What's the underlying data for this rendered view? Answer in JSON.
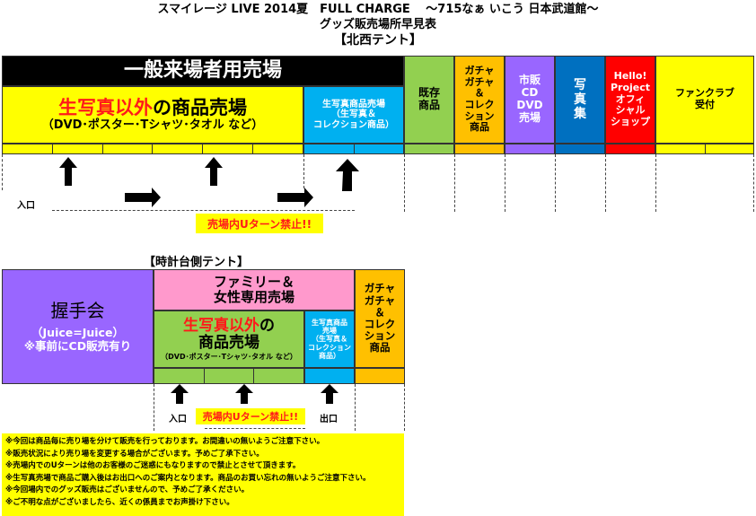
{
  "header": {
    "line1": "スマイレージ LIVE 2014夏　FULL CHARGE　 ～715なぁ いこう 日本武道館～",
    "line2": "グッズ販売場所早見表",
    "tent1": "【北西テント】",
    "tent2": "【時計台側テント】"
  },
  "northwest": {
    "general": "一般来場者用売場",
    "nonphoto_red": "生写真以外",
    "nonphoto_black": "の商品売場",
    "nonphoto_sub": "（DVD･ポスター･Tシャツ･タオル など）",
    "photo": "生写真商品売場\n（生写真＆\nコレクション商品）",
    "existing": "既存\n商品",
    "gacha": "ガチャ\nガチャ\n＆\nコレク\nション\n商品",
    "retail": "市販\nCD\nDVD\n売場",
    "photobook": "写\n真\n集",
    "hello": "Hello!\nProject\nオフィ\nシャル\nショップ",
    "fanclub": "ファンクラブ\n受付",
    "entrance": "入口",
    "warning": "売場内Uターン禁止!!"
  },
  "clocktower": {
    "handshake": "握手会",
    "handshake_sub": "（Juice=Juice）\n※事前にCD販売有り",
    "family": "ファミリー＆\n女性専用売場",
    "nonphoto_red": "生写真以外",
    "nonphoto_black": "の",
    "nonphoto_line2": "商品売場",
    "nonphoto_sub": "（DVD･ポスター･Tシャツ･タオル など）",
    "photo": "生写真商品\n売場\n（生写真＆\nコレクション\n商品）",
    "gacha": "ガチャ\nガチャ\n＆\nコレク\nション\n商品",
    "entrance": "入口",
    "exit": "出口",
    "warning": "売場内Uターン禁止!!"
  },
  "notes": [
    "※今回は商品毎に売り場を分けて販売を行っております。お間違いの無いようご注意下さい。",
    "※販売状況により売り場を変更する場合がございます。予めご了承下さい。",
    "※売場内でのUターンは他のお客様のご迷惑にもなりますので禁止とさせて頂きます。",
    "※生写真売場で商品ご購入後はお出口へのご案内となります。商品のお買い忘れの無いようご注意下さい。",
    "※今回場内でのグッズ販売はございませんので、予めご了承ください。",
    "※ご不明な点がございましたら、近くの係員までお声掛け下さい。"
  ],
  "colors": {
    "yellow": "#ffff00",
    "blue": "#00b0f0",
    "green": "#92d050",
    "orange": "#ffc000",
    "purple": "#9966ff",
    "darkblue": "#0070c0",
    "red": "#ff0000",
    "pink": "#ff99cc"
  }
}
